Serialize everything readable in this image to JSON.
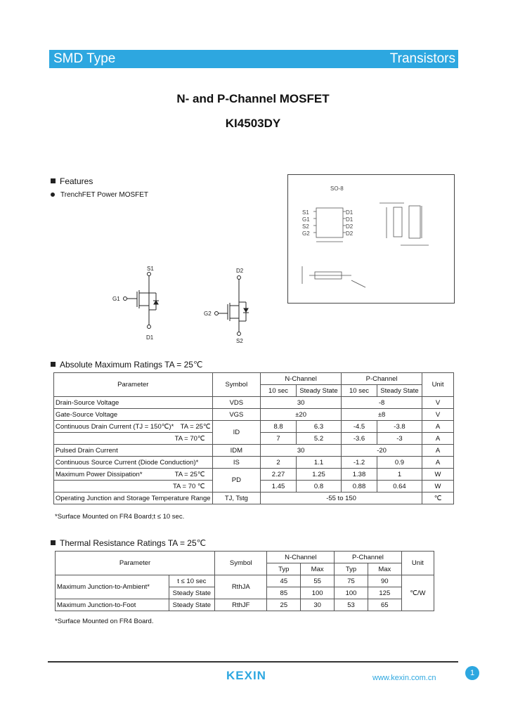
{
  "header": {
    "left": "SMD Type",
    "right": "Transistors"
  },
  "title": "N- and P-Channel MOSFET",
  "part_number": "KI4503DY",
  "features": {
    "heading": "Features",
    "items": [
      "TrenchFET  Power MOSFET"
    ]
  },
  "package": {
    "name": "SO-8",
    "pins_left": [
      "S1",
      "G1",
      "S2",
      "G2"
    ],
    "pins_right": [
      "D1",
      "D1",
      "D2",
      "D2"
    ]
  },
  "schematic": {
    "n_channel": {
      "gate": "G1",
      "top": "S1",
      "bottom": "D1"
    },
    "p_channel": {
      "gate": "G2",
      "top": "D2",
      "bottom": "S2"
    }
  },
  "abs_max": {
    "heading": "Absolute Maximum Ratings TA = 25℃",
    "headers": {
      "parameter": "Parameter",
      "symbol": "Symbol",
      "n_channel": "N-Channel",
      "p_channel": "P-Channel",
      "unit": "Unit",
      "c1": "10 sec",
      "c2": "Steady State",
      "c3": "10 sec",
      "c4": "Steady State"
    },
    "rows": {
      "vds": {
        "param": "Drain-Source Voltage",
        "symbol": "VDS",
        "n": "30",
        "p": "-8",
        "unit": "V"
      },
      "vgs": {
        "param": "Gate-Source Voltage",
        "symbol": "VGS",
        "n": "±20",
        "p": "±8",
        "unit": "V"
      },
      "id1": {
        "param": "Continuous Drain Current (TJ = 150℃)*",
        "cond": "TA = 25℃",
        "symbol": "ID",
        "v1": "8.8",
        "v2": "6.3",
        "v3": "-4.5",
        "v4": "-3.8",
        "unit": "A"
      },
      "id2": {
        "cond": "TA = 70℃",
        "v1": "7",
        "v2": "5.2",
        "v3": "-3.6",
        "v4": "-3",
        "unit": "A"
      },
      "idm": {
        "param": "Pulsed Drain Current",
        "symbol": "IDM",
        "n": "30",
        "p": "-20",
        "unit": "A"
      },
      "is": {
        "param": "Continuous Source Current (Diode Conduction)*",
        "symbol": "IS",
        "v1": "2",
        "v2": "1.1",
        "v3": "-1.2",
        "v4": "0.9",
        "unit": "A"
      },
      "pd1": {
        "param": "Maximum Power Dissipation*",
        "cond": "TA = 25℃",
        "symbol": "PD",
        "v1": "2.27",
        "v2": "1.25",
        "v3": "1.38",
        "v4": "1",
        "unit": "W"
      },
      "pd2": {
        "cond": "TA = 70 ℃",
        "v1": "1.45",
        "v2": "0.8",
        "v3": "0.88",
        "v4": "0.64",
        "unit": "W"
      },
      "tj": {
        "param": "Operating Junction and Storage Temperature Range",
        "symbol": "TJ, Tstg",
        "value": "-55 to 150",
        "unit": "℃"
      }
    },
    "note": "*Surface Mounted on FR4 Board;t ≤ 10 sec."
  },
  "thermal": {
    "heading": "Thermal Resistance Ratings TA = 25℃",
    "headers": {
      "parameter": "Parameter",
      "symbol": "Symbol",
      "n_channel": "N-Channel",
      "p_channel": "P-Channel",
      "unit": "Unit",
      "typ": "Typ",
      "max": "Max"
    },
    "rows": {
      "ja1": {
        "param": "Maximum Junction-to-Ambient*",
        "cond": "t ≤ 10 sec",
        "symbol": "RthJA",
        "v1": "45",
        "v2": "55",
        "v3": "75",
        "v4": "90"
      },
      "ja2": {
        "cond": "Steady State",
        "v1": "85",
        "v2": "100",
        "v3": "100",
        "v4": "125"
      },
      "jf": {
        "param": "Maximum Junction-to-Foot",
        "cond": "Steady State",
        "symbol": "RthJF",
        "v1": "25",
        "v2": "30",
        "v3": "53",
        "v4": "65"
      },
      "unit": "℃/W"
    },
    "note": "*Surface Mounted on FR4 Board."
  },
  "footer": {
    "logo": "KEXIN",
    "url": "www.kexin.com.cn",
    "page": "1"
  },
  "colors": {
    "accent": "#2da7e0"
  }
}
